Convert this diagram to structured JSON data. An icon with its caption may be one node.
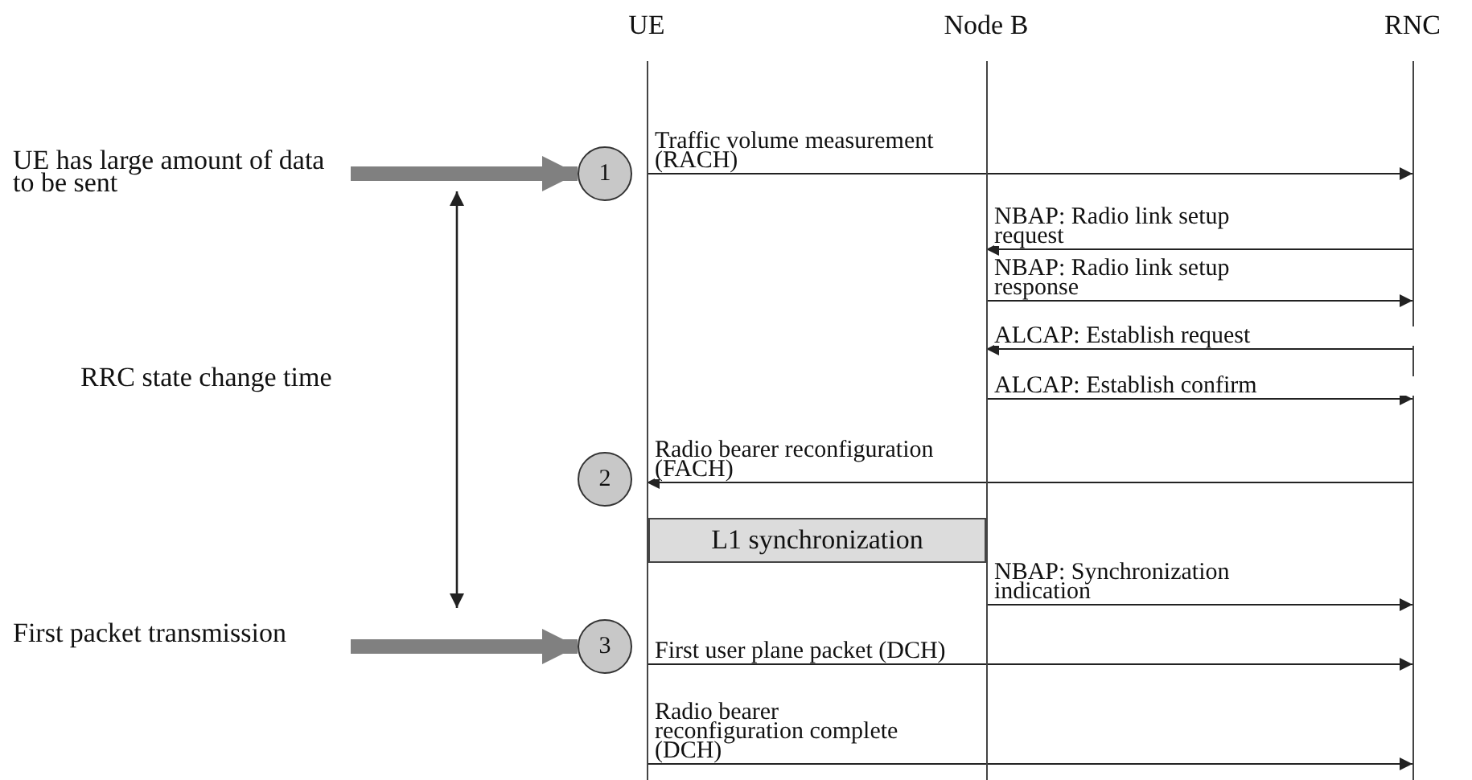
{
  "diagram": {
    "nodes": [
      {
        "text": [
          "UE"
        ]
      },
      {
        "text": [
          "Node B"
        ]
      },
      {
        "text": [
          "RNC"
        ]
      },
      {
        "text": [
          "1"
        ]
      },
      {
        "text": [
          "2"
        ]
      },
      {
        "text": [
          "3"
        ]
      },
      {
        "text": [
          "UE has large amount of data to be sent"
        ]
      },
      {
        "text": [
          "First packet transmission"
        ]
      },
      {
        "text": [
          "L1 synchronization"
        ]
      }
    ],
    "edges": [
      {
        "from": 6,
        "to": 3,
        "arrow": "to",
        "style": "thick",
        "color": "#808080"
      },
      {
        "from": 0,
        "to": 2,
        "arrow": "to",
        "label": "Traffic volume measurement (RACH)"
      },
      {
        "from": 2,
        "to": 1,
        "arrow": "to",
        "label": "NBAP: Radio link setup request"
      },
      {
        "from": 1,
        "to": 2,
        "arrow": "to",
        "label": "NBAP: Radio link setup response"
      },
      {
        "from": 2,
        "to": 1,
        "arrow": "to",
        "label": "ALCAP: Establish request"
      },
      {
        "from": 1,
        "to": 2,
        "arrow": "to",
        "label": "ALCAP: Establish confirm"
      },
      {
        "from": 2,
        "to": 0,
        "arrow": "to",
        "label": "Radio bearer reconfiguration (FACH)"
      },
      {
        "from": 1,
        "to": 2,
        "arrow": "to",
        "label": "NBAP: Synchronization indication"
      },
      {
        "from": 7,
        "to": 5,
        "arrow": "to",
        "style": "thick",
        "color": "#808080"
      },
      {
        "from": 0,
        "to": 2,
        "arrow": "to",
        "label": "First user plane packet (DCH)"
      },
      {
        "from": 0,
        "to": 2,
        "arrow": "to",
        "label": "Radio bearer reconfiguration complete (DCH)"
      }
    ],
    "labels": [
      "RRC state change time"
    ]
  }
}
